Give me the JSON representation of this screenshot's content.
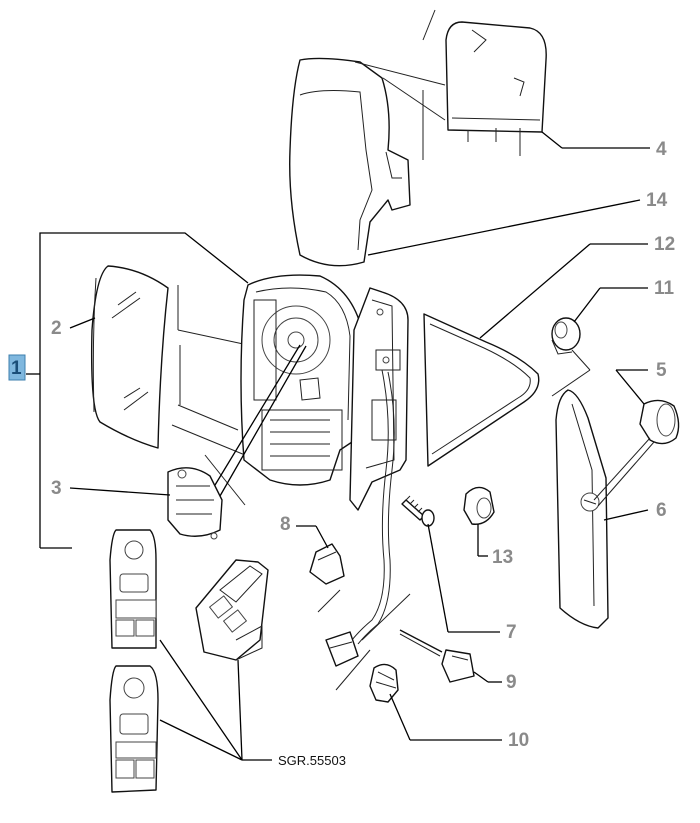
{
  "callouts": [
    {
      "id": "c1",
      "label": "1"
    },
    {
      "id": "c2",
      "label": "2"
    },
    {
      "id": "c3",
      "label": "3"
    },
    {
      "id": "c4",
      "label": "4"
    },
    {
      "id": "c5",
      "label": "5"
    },
    {
      "id": "c6",
      "label": "6"
    },
    {
      "id": "c7",
      "label": "7"
    },
    {
      "id": "c8",
      "label": "8"
    },
    {
      "id": "c9",
      "label": "9"
    },
    {
      "id": "c10",
      "label": "10"
    },
    {
      "id": "c11",
      "label": "11"
    },
    {
      "id": "c12",
      "label": "12"
    },
    {
      "id": "c13",
      "label": "13"
    },
    {
      "id": "c14",
      "label": "14"
    }
  ],
  "reference": {
    "label": "SGR.55503"
  },
  "colors": {
    "highlight": "#7fb7de",
    "callout_text": "#8a8a8a",
    "line": "#000000"
  }
}
